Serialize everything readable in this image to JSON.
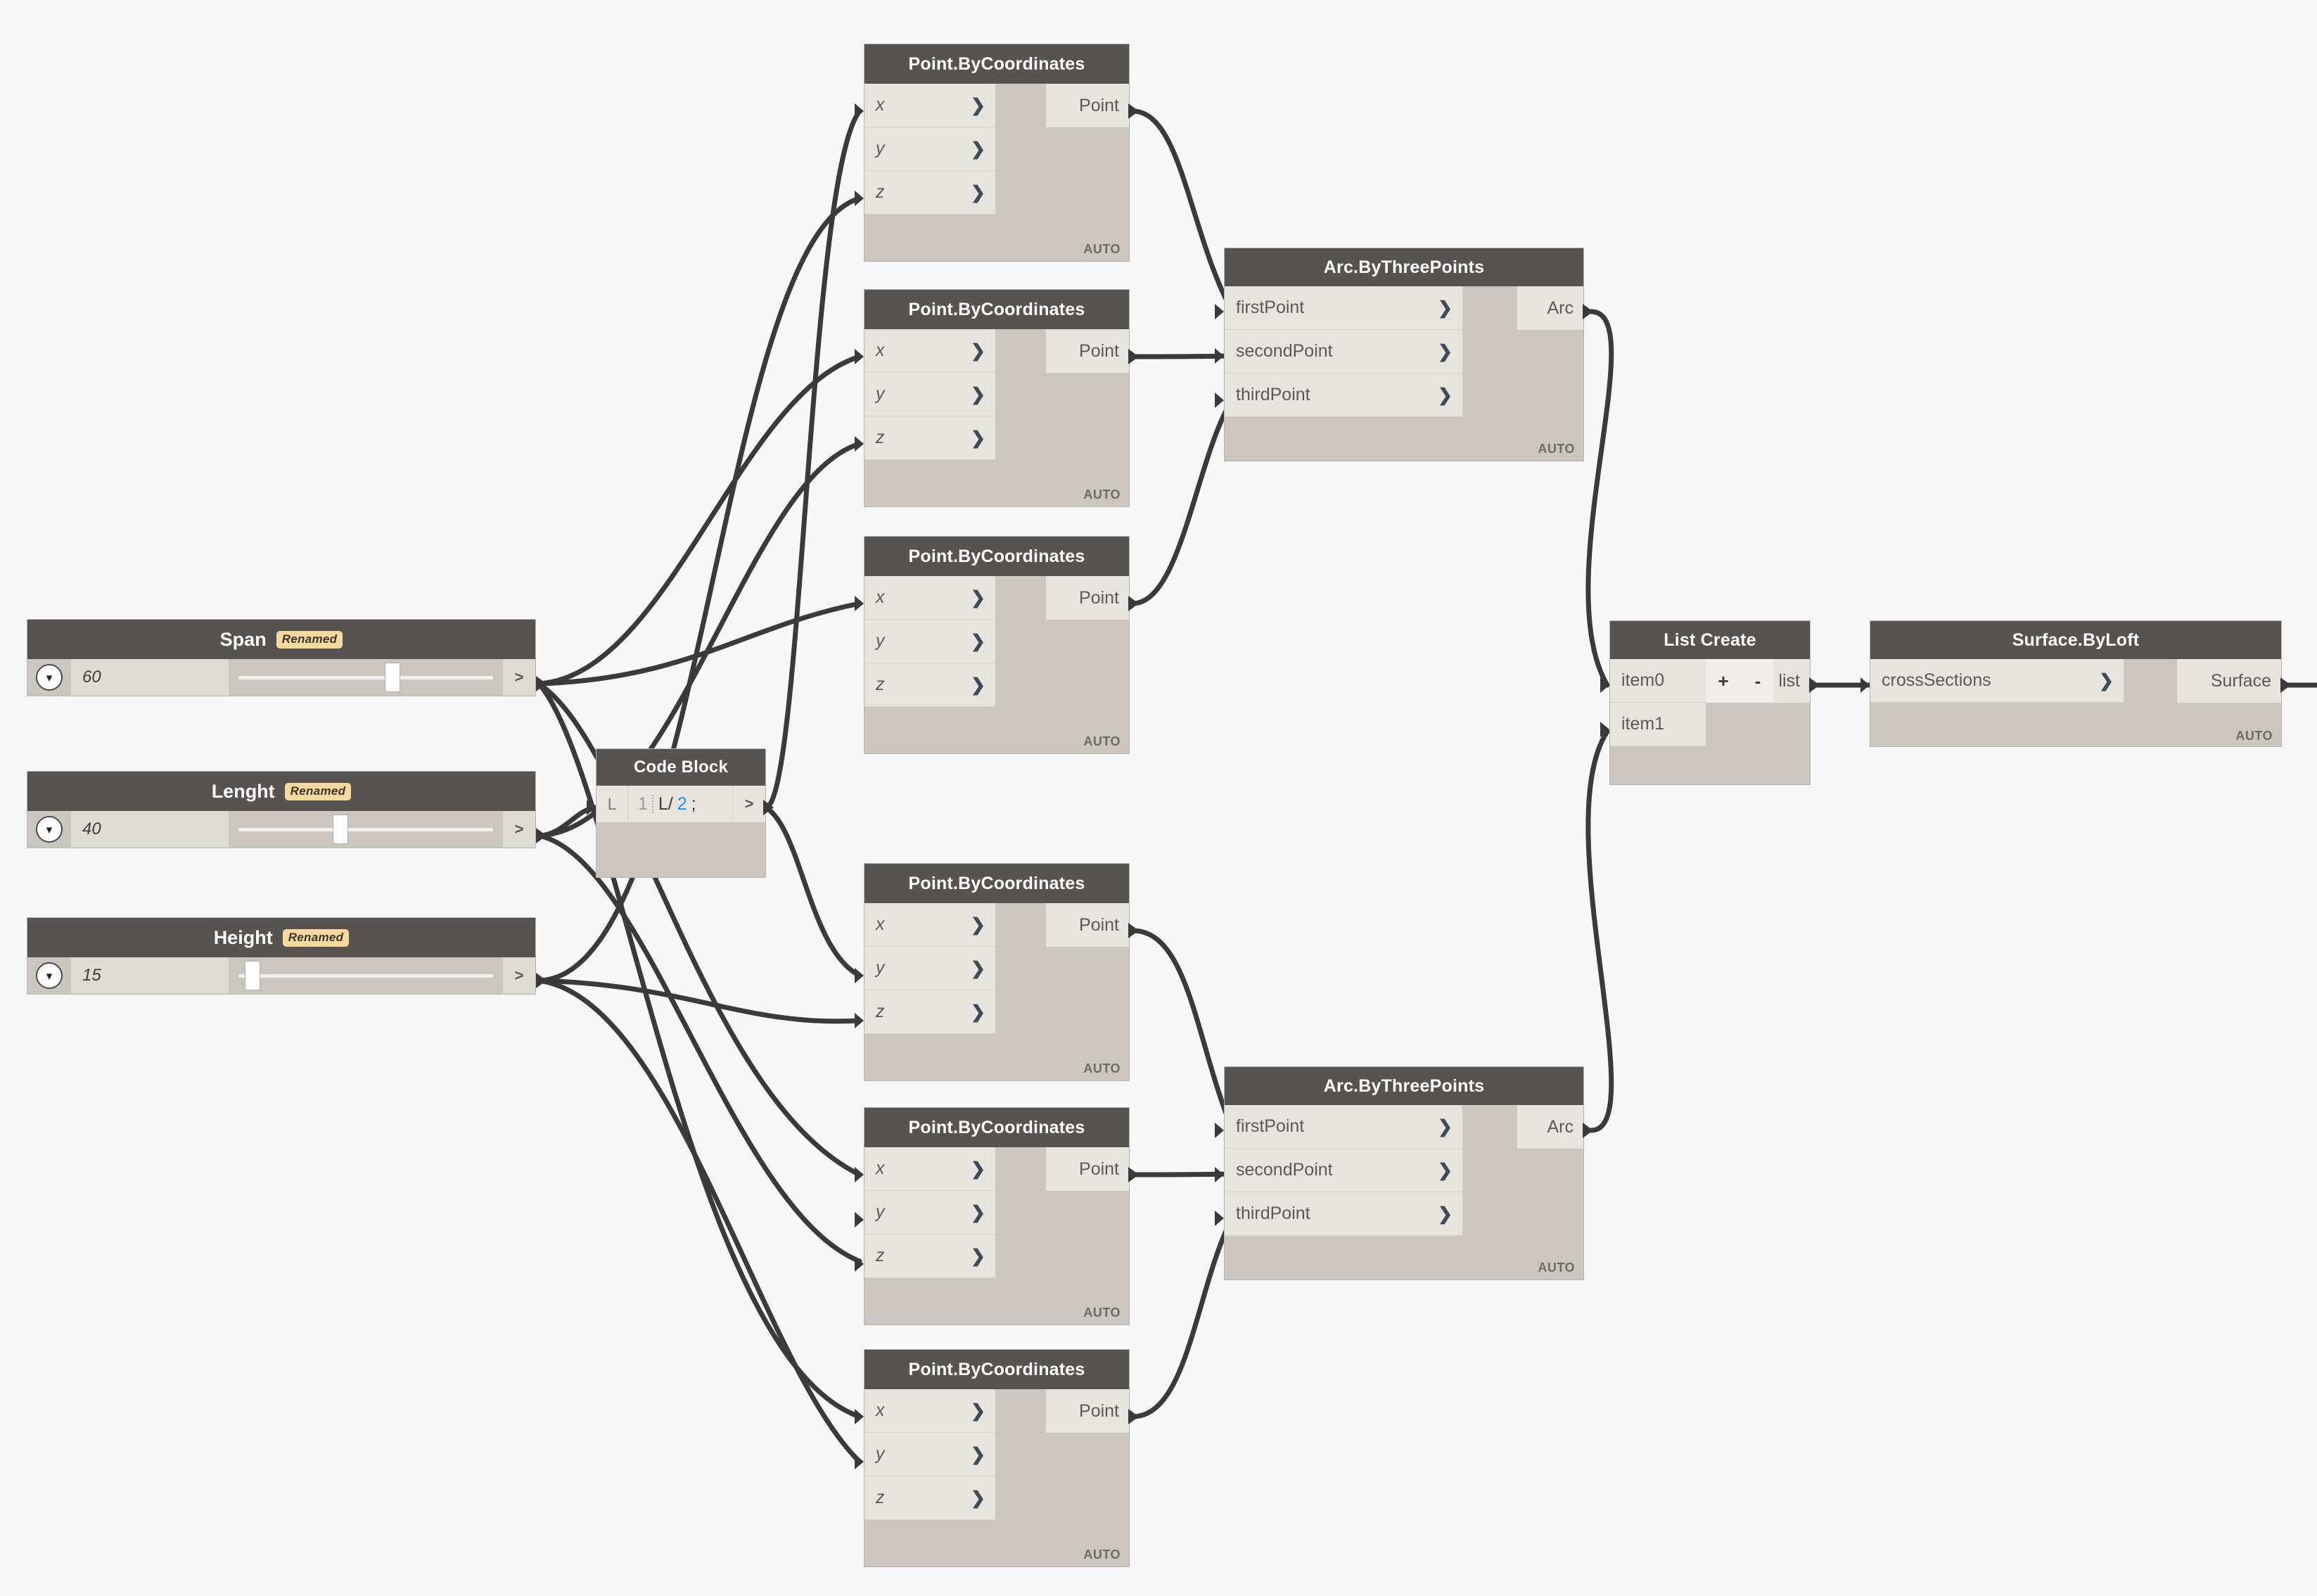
{
  "app": {
    "name": "Dynamo Graph Canvas",
    "canvas_bg": "#f7f7f7",
    "node_header_color": "#565350",
    "node_body_color": "#cbc7c0",
    "port_row_color": "#e7e4df",
    "wire_color": "#3a3a3a",
    "renamed_badge_color": "#f6d9a0",
    "code_number_color": "#1f8fe8"
  },
  "sliders": [
    {
      "title": "Span",
      "badge": "Renamed",
      "value": "60",
      "thumb_percent": 59,
      "caret_icon": "chevron-down-icon",
      "out_glyph": ">"
    },
    {
      "title": "Lenght",
      "badge": "Renamed",
      "value": "40",
      "thumb_percent": 41,
      "caret_icon": "chevron-down-icon",
      "out_glyph": ">"
    },
    {
      "title": "Height",
      "badge": "Renamed",
      "value": "15",
      "thumb_percent": 9,
      "caret_icon": "chevron-down-icon",
      "out_glyph": ">"
    }
  ],
  "code_block": {
    "title": "Code Block",
    "input_label": "L",
    "line_number": "1",
    "code_prefix": "L/",
    "code_number": "2",
    "code_suffix": ";",
    "out_glyph": ">"
  },
  "points": [
    {
      "title": "Point.ByCoordinates",
      "inputs": [
        "x",
        "y",
        "z"
      ],
      "output": "Point",
      "exec": "AUTO"
    },
    {
      "title": "Point.ByCoordinates",
      "inputs": [
        "x",
        "y",
        "z"
      ],
      "output": "Point",
      "exec": "AUTO"
    },
    {
      "title": "Point.ByCoordinates",
      "inputs": [
        "x",
        "y",
        "z"
      ],
      "output": "Point",
      "exec": "AUTO"
    },
    {
      "title": "Point.ByCoordinates",
      "inputs": [
        "x",
        "y",
        "z"
      ],
      "output": "Point",
      "exec": "AUTO"
    },
    {
      "title": "Point.ByCoordinates",
      "inputs": [
        "x",
        "y",
        "z"
      ],
      "output": "Point",
      "exec": "AUTO"
    },
    {
      "title": "Point.ByCoordinates",
      "inputs": [
        "x",
        "y",
        "z"
      ],
      "output": "Point",
      "exec": "AUTO"
    }
  ],
  "arcs": [
    {
      "title": "Arc.ByThreePoints",
      "inputs": [
        "firstPoint",
        "secondPoint",
        "thirdPoint"
      ],
      "output": "Arc",
      "exec": "AUTO"
    },
    {
      "title": "Arc.ByThreePoints",
      "inputs": [
        "firstPoint",
        "secondPoint",
        "thirdPoint"
      ],
      "output": "Arc",
      "exec": "AUTO"
    }
  ],
  "list_create": {
    "title": "List Create",
    "inputs": [
      "item0",
      "item1"
    ],
    "add_label": "+",
    "remove_label": "-",
    "output": "list"
  },
  "surface_loft": {
    "title": "Surface.ByLoft",
    "inputs": [
      "crossSections"
    ],
    "output": "Surface",
    "exec": "AUTO",
    "chevron": ">"
  }
}
